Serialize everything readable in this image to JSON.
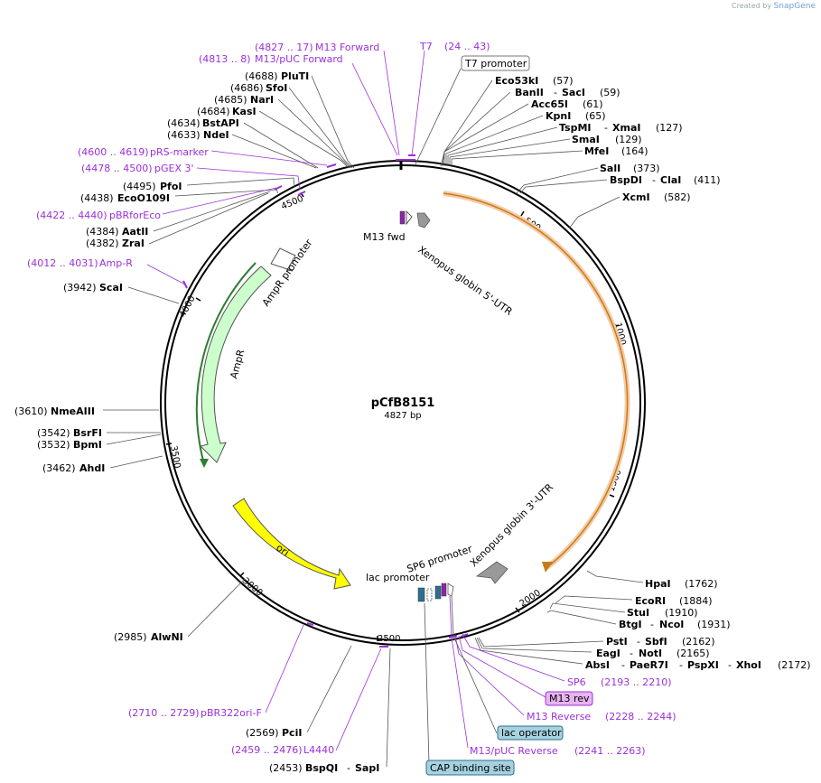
{
  "credit": {
    "prefix": "Created by",
    "brand": "SnapGene"
  },
  "plasmid": {
    "name": "pCfB8151",
    "length": "4827 bp"
  },
  "ticks": [
    "500",
    "1000",
    "1500",
    "2000",
    "2500",
    "3000",
    "3500",
    "4000",
    "4500"
  ],
  "features": {
    "m13fwd": "M13 fwd",
    "xeno5": "Xenopus globin 5'-UTR",
    "ampr_promoter": "AmpR promoter",
    "ampr": "AmpR",
    "ori": "ori",
    "lac_promoter": "lac promoter",
    "sp6_promoter": "SP6 promoter",
    "xeno3": "Xenopus globin 3'-UTR"
  },
  "colors": {
    "utr": "#f5b041",
    "ampr": "#ccffcc",
    "ampr_stroke": "#2e7d32",
    "ori": "#ffff00",
    "promoter": "#ffffff",
    "grey": "#999999",
    "purple": "#9b30d9"
  },
  "left_enzymes": [
    {
      "pos": "(4688)",
      "name": "PluTI"
    },
    {
      "pos": "(4686)",
      "name": "SfoI"
    },
    {
      "pos": "(4685)",
      "name": "NarI"
    },
    {
      "pos": "(4684)",
      "name": "KasI"
    },
    {
      "pos": "(4634)",
      "name": "BstAPI"
    },
    {
      "pos": "(4633)",
      "name": "NdeI"
    },
    {
      "pos": "(4495)",
      "name": "PfoI"
    },
    {
      "pos": "(4438)",
      "name": "EcoO109I"
    },
    {
      "pos": "(4384)",
      "name": "AatII"
    },
    {
      "pos": "(4382)",
      "name": "ZraI"
    },
    {
      "pos": "(3942)",
      "name": "ScaI"
    },
    {
      "pos": "(3610)",
      "name": "NmeAIII"
    },
    {
      "pos": "(3542)",
      "name": "BsrFI"
    },
    {
      "pos": "(3532)",
      "name": "BpmI"
    },
    {
      "pos": "(3462)",
      "name": "AhdI"
    },
    {
      "pos": "(2985)",
      "name": "AlwNI"
    },
    {
      "pos": "(2569)",
      "name": "PciI"
    },
    {
      "pos": "(2453)",
      "name": "BspQI",
      "name2": "SapI"
    }
  ],
  "right_enzymes": [
    {
      "names": [
        "Eco53kI"
      ],
      "pos": "(57)"
    },
    {
      "names": [
        "BanII",
        "SacI"
      ],
      "pos": "(59)"
    },
    {
      "names": [
        "Acc65I"
      ],
      "pos": "(61)"
    },
    {
      "names": [
        "KpnI"
      ],
      "pos": "(65)"
    },
    {
      "names": [
        "TspMI",
        "XmaI"
      ],
      "pos": "(127)"
    },
    {
      "names": [
        "SmaI"
      ],
      "pos": "(129)"
    },
    {
      "names": [
        "MfeI"
      ],
      "pos": "(164)"
    },
    {
      "names": [
        "SalI"
      ],
      "pos": "(373)"
    },
    {
      "names": [
        "BspDI",
        "ClaI"
      ],
      "pos": "(411)"
    },
    {
      "names": [
        "XcmI"
      ],
      "pos": "(582)"
    },
    {
      "names": [
        "HpaI"
      ],
      "pos": "(1762)"
    },
    {
      "names": [
        "EcoRI"
      ],
      "pos": "(1884)"
    },
    {
      "names": [
        "StuI"
      ],
      "pos": "(1910)"
    },
    {
      "names": [
        "BtgI",
        "NcoI"
      ],
      "pos": "(1931)"
    },
    {
      "names": [
        "PstI",
        "SbfI"
      ],
      "pos": "(2162)"
    },
    {
      "names": [
        "EagI",
        "NotI"
      ],
      "pos": "(2165)"
    },
    {
      "names": [
        "AbsI",
        "PaeR7I",
        "PspXI",
        "XhoI"
      ],
      "pos": "(2172)"
    }
  ],
  "primers": {
    "m13fwd": {
      "range": "(4827 .. 17)",
      "name": "M13 Forward"
    },
    "m13puc_fwd": {
      "range": "(4813 .. 8)",
      "name": "M13/pUC Forward"
    },
    "t7": {
      "name": "T7",
      "range": "(24 .. 43)"
    },
    "prs": {
      "range": "(4600 .. 4619)",
      "name": "pRS-marker"
    },
    "pgex": {
      "range": "(4478 .. 4500)",
      "name": "pGEX 3'"
    },
    "pbr": {
      "range": "(4422 .. 4440)",
      "name": "pBRforEco"
    },
    "ampr": {
      "range": "(4012 .. 4031)",
      "name": "Amp-R"
    },
    "pbr322": {
      "range": "(2710 .. 2729)",
      "name": "pBR322ori-F"
    },
    "l4440": {
      "range": "(2459 .. 2476)",
      "name": "L4440"
    },
    "sp6": {
      "name": "SP6",
      "range": "(2193 .. 2210)"
    },
    "m13rev": {
      "name": "M13 Reverse",
      "range": "(2228 .. 2244)"
    },
    "m13puc_rev": {
      "name": "M13/pUC Reverse",
      "range": "(2241 .. 2263)"
    }
  },
  "boxed": {
    "t7_promoter": "T7 promoter",
    "m13_rev": "M13 rev",
    "lac_operator": "lac operator",
    "cap": "CAP binding site"
  }
}
